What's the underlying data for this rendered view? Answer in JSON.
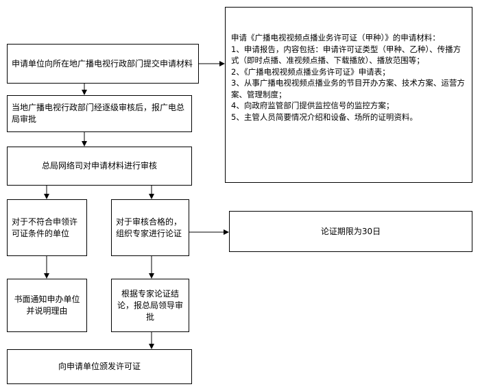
{
  "steps": {
    "submit": "申请单位向所在地广播电视行政部门提交申请材料",
    "local_review": "当地广播电视行政部门经逐级审核后，报广电总局审批",
    "bureau_review": "总局网络司对申请材料进行审核",
    "reject": "对于不符合申领许可证条件的单位",
    "reject_notice": "书面通知申办单位并说明理由",
    "approve_expert": "对于审核合格的，组织专家进行论证",
    "report_leader": "根据专家论证结论，报总局领导审批",
    "issue": "向申请单位颁发许可证",
    "expert_deadline": "论证期限为30日"
  },
  "requirements": {
    "title": "申请《广播电视视频点播业务许可证（甲种）》的申请材料：",
    "items": [
      "1、申请报告，内容包括：申请许可证类型（甲种、乙种）、传播方式（即时点播、准视频点播、下载播放）、播放范围等；",
      "2、《广播电视视频点播业务许可证》申请表；",
      "3、从事广播电视视频点播业务的节目开办方案、技术方案、运营方案、管理制度；",
      "4、向政府监管部门提供监控信号的监控方案；",
      "5、主管人员简要情况介绍和设备、场所的证明资料。"
    ]
  }
}
